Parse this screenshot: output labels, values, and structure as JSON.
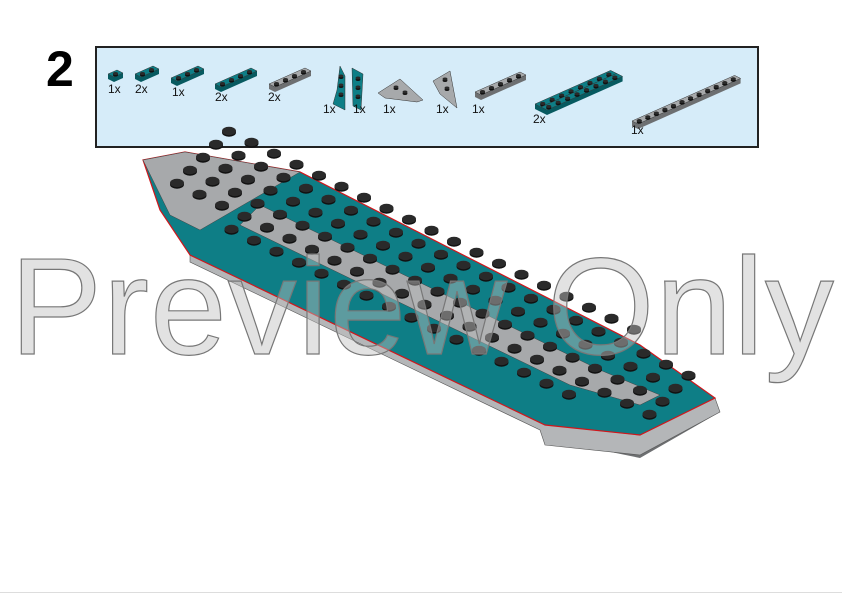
{
  "step": {
    "number": "2"
  },
  "colors": {
    "teal": "#0e7e86",
    "teal_dark": "#075a60",
    "gray": "#a7a9ab",
    "gray_dark": "#6d6f71",
    "panel_bg": "#d6ecf9",
    "outline_red": "#d0161b"
  },
  "parts": [
    {
      "type": "plate-1x1",
      "color": "teal",
      "qty": "1x"
    },
    {
      "type": "plate-1x2",
      "color": "teal",
      "qty": "2x"
    },
    {
      "type": "plate-1x3",
      "color": "teal",
      "qty": "1x"
    },
    {
      "type": "plate-1x4",
      "color": "teal",
      "qty": "2x"
    },
    {
      "type": "plate-1x4",
      "color": "gray",
      "qty": "2x"
    },
    {
      "type": "wedge-plate-left",
      "color": "teal",
      "qty": "1x"
    },
    {
      "type": "wedge-plate-right",
      "color": "teal",
      "qty": "1x"
    },
    {
      "type": "wing-plate",
      "color": "gray",
      "qty": "1x"
    },
    {
      "type": "wedge-plate-triangle",
      "color": "gray",
      "qty": "1x"
    },
    {
      "type": "plate-1x5",
      "color": "gray",
      "qty": "1x"
    },
    {
      "type": "plate-2x8",
      "color": "teal",
      "qty": "2x"
    },
    {
      "type": "plate-1x12",
      "color": "gray",
      "qty": "1x"
    }
  ],
  "watermark": "Preview Only"
}
